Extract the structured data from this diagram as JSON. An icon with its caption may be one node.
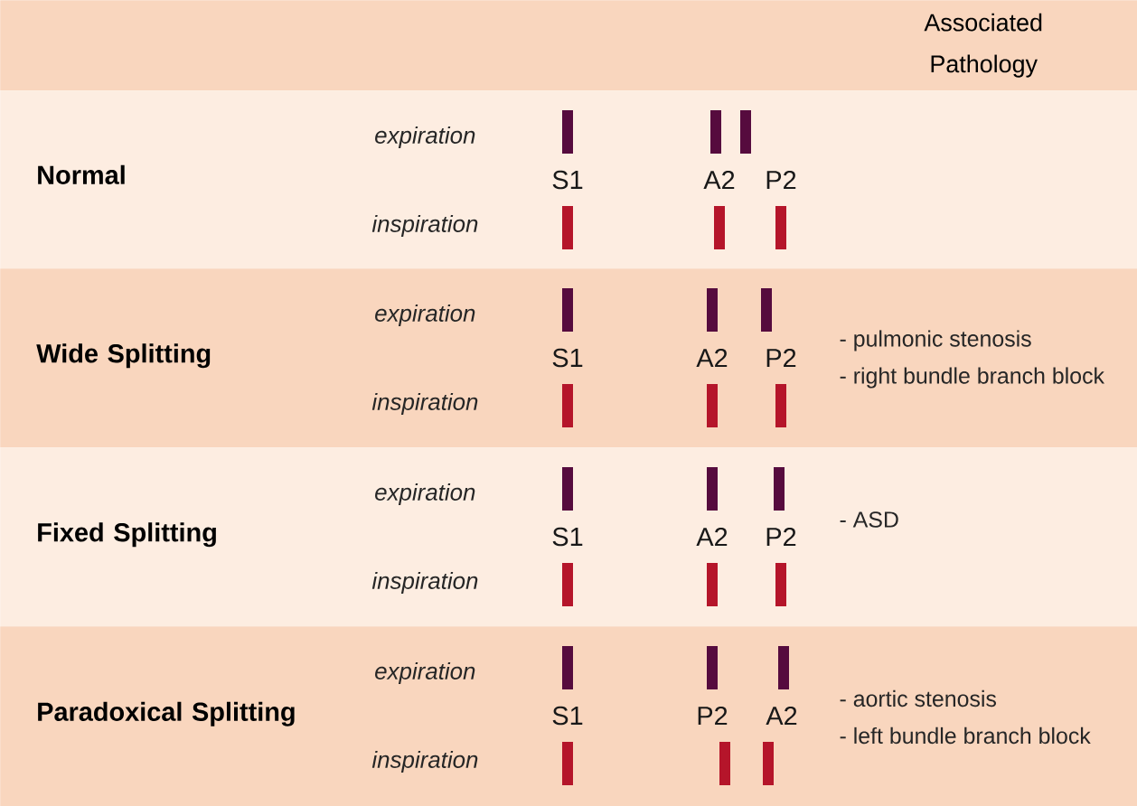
{
  "diagram": {
    "nodes": [
      {
        "text": [
          "Associated Pathology"
        ]
      },
      {
        "text": [
          "Normal"
        ]
      },
      {
        "text": [
          "Wide Splitting"
        ]
      },
      {
        "text": [
          "Fixed Splitting"
        ]
      },
      {
        "text": [
          "Paradoxical Splitting"
        ]
      }
    ],
    "labels": [
      "expiration",
      "S1",
      "A2",
      "P2",
      "inspiration",
      "expiration",
      "S1",
      "A2",
      "P2",
      "inspiration",
      "- pulmonic stenosis",
      "- right bundle branch block",
      "expiration",
      "S1",
      "A2",
      "P2",
      "inspiration",
      "- ASD",
      "expiration",
      "S1",
      "P2",
      "A2",
      "inspiration",
      "- aortic stenosis",
      "- left bundle branch block"
    ]
  }
}
